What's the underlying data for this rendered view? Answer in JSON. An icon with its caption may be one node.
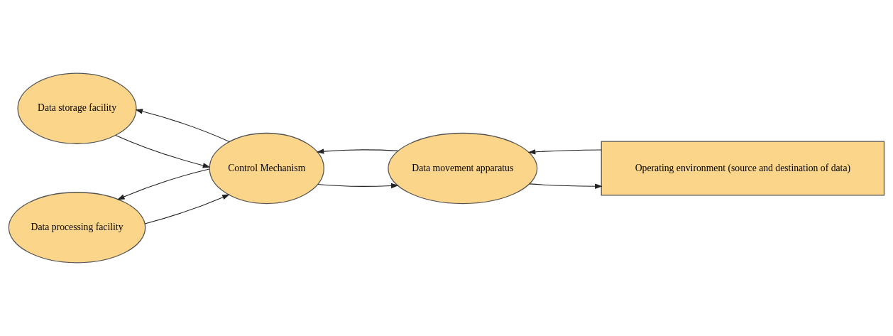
{
  "diagram": {
    "nodes": [
      {
        "text": [
          "Data storage facility"
        ]
      },
      {
        "text": [
          "Data processing facility"
        ]
      },
      {
        "text": [
          "Control Mechanism"
        ]
      },
      {
        "text": [
          "Data movement apparatus"
        ]
      },
      {
        "text": [
          "Operating environment (source and destination of data)"
        ]
      }
    ],
    "edges": [
      {
        "from": 0,
        "to": 2,
        "arrow": "to"
      },
      {
        "from": 2,
        "to": 0,
        "arrow": "to"
      },
      {
        "from": 1,
        "to": 2,
        "arrow": "to"
      },
      {
        "from": 2,
        "to": 1,
        "arrow": "to"
      },
      {
        "from": 2,
        "to": 3,
        "arrow": "to"
      },
      {
        "from": 3,
        "to": 2,
        "arrow": "to"
      },
      {
        "from": 3,
        "to": 4,
        "arrow": "to"
      },
      {
        "from": 4,
        "to": 3,
        "arrow": "to"
      }
    ]
  }
}
